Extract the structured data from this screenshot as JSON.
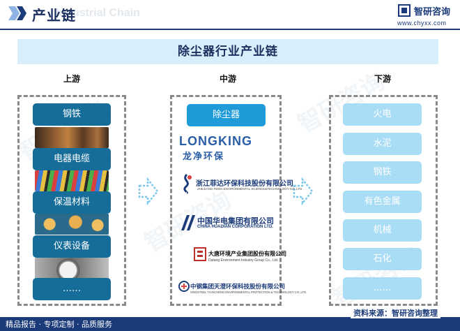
{
  "header": {
    "title": "产业链",
    "ghost_text": "Industrial Chain",
    "brand": "智研咨询",
    "url": "www.chyxx.com"
  },
  "banner": {
    "title": "除尘器行业产业链"
  },
  "columns": {
    "upstream_label": "上游",
    "midstream_label": "中游",
    "downstream_label": "下游"
  },
  "upstream": {
    "items": [
      "钢铁",
      "电器电缆",
      "保温材料",
      "仪表设备",
      "……"
    ]
  },
  "midstream": {
    "header": "除尘器",
    "companies": [
      {
        "name": "LONGKING",
        "cn": "龙净环保"
      },
      {
        "cn": "浙江菲达环保科技股份有限公司",
        "en": "ZHEJIANG FEIDA ENVIRONMENTAL SCIENCE&TECHNOLOGY CO.,LTD"
      },
      {
        "cn": "中国华电集团有限公司",
        "en": "CHINA HUADIAN CORPORATION LTD."
      },
      {
        "cn": "大唐环境产业集团股份有限公司",
        "en": "Datang Environment Industry Group Co., Ltd."
      },
      {
        "cn": "中钢集团天澄环保科技股份有限公司",
        "en": "SINOSTEEL TIANCHENG ENVIRONMENTAL PROTECTION & TECHNOLOGY CO.,LTD"
      }
    ]
  },
  "downstream": {
    "items": [
      "火电",
      "水泥",
      "钢铁",
      "有色金属",
      "机械",
      "石化",
      "……"
    ]
  },
  "footer": {
    "left": "精品报告 · 专项定制 · 品质服务",
    "source": "资料来源：智研咨询整理"
  },
  "colors": {
    "navy": "#1a3a7a",
    "upstream_button": "#166d9a",
    "midstream_button": "#1f9bd9",
    "downstream_button": "#a9dcf5",
    "banner_bg": "#d9eefb"
  }
}
